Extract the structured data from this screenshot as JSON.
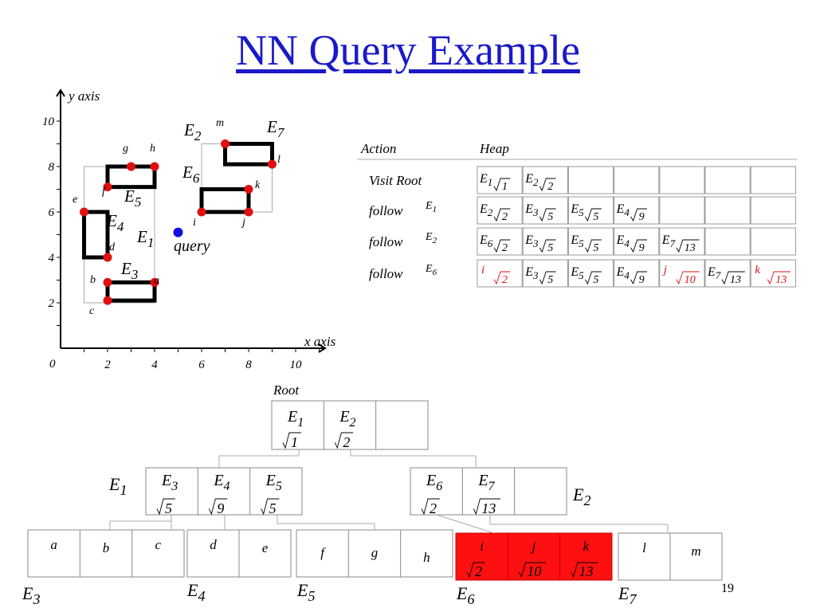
{
  "title": "NN Query Example",
  "page_number": "19",
  "colors": {
    "title": "#1a1ac8",
    "point": "#e01010",
    "query": "#1010e0",
    "highlight": "#ff1010",
    "red_text": "#e01010"
  },
  "plot": {
    "y_axis_label": "y axis",
    "x_axis_label": "x axis",
    "origin_label": "0",
    "x_ticks": [
      "2",
      "4",
      "6",
      "8",
      "10"
    ],
    "y_ticks": [
      "2",
      "4",
      "6",
      "8",
      "10"
    ],
    "query_label": "query",
    "query_point": [
      5,
      5.1
    ],
    "points": [
      {
        "label": "a",
        "x": 4,
        "y": 2.9
      },
      {
        "label": "b",
        "x": 2,
        "y": 2.9
      },
      {
        "label": "c",
        "x": 2,
        "y": 2.1
      },
      {
        "label": "d",
        "x": 2,
        "y": 4
      },
      {
        "label": "e",
        "x": 1,
        "y": 6
      },
      {
        "label": "f",
        "x": 2,
        "y": 7.1
      },
      {
        "label": "g",
        "x": 3,
        "y": 8
      },
      {
        "label": "h",
        "x": 4,
        "y": 8
      },
      {
        "label": "i",
        "x": 6,
        "y": 6
      },
      {
        "label": "j",
        "x": 8,
        "y": 6
      },
      {
        "label": "k",
        "x": 8,
        "y": 7
      },
      {
        "label": "l",
        "x": 9,
        "y": 8.1
      },
      {
        "label": "m",
        "x": 7,
        "y": 9
      }
    ],
    "mbrs": [
      {
        "base": "E",
        "sub": "1",
        "kind": "thin",
        "x1": 1,
        "y1": 2,
        "x2": 4,
        "y2": 8
      },
      {
        "base": "E",
        "sub": "2",
        "kind": "thin",
        "x1": 6,
        "y1": 6,
        "x2": 9,
        "y2": 9
      },
      {
        "base": "E",
        "sub": "3",
        "kind": "thick",
        "x1": 2,
        "y1": 2.1,
        "x2": 4,
        "y2": 2.9
      },
      {
        "base": "E",
        "sub": "4",
        "kind": "thick",
        "x1": 1,
        "y1": 4,
        "x2": 2,
        "y2": 6
      },
      {
        "base": "E",
        "sub": "5",
        "kind": "thick",
        "x1": 2,
        "y1": 7.1,
        "x2": 4,
        "y2": 8
      },
      {
        "base": "E",
        "sub": "6",
        "kind": "thick",
        "x1": 6,
        "y1": 6,
        "x2": 8,
        "y2": 7
      },
      {
        "base": "E",
        "sub": "7",
        "kind": "thick",
        "x1": 7,
        "y1": 8.1,
        "x2": 9,
        "y2": 9
      }
    ]
  },
  "heap_table": {
    "headers": [
      "Action",
      "Heap"
    ],
    "rows": [
      {
        "action": "Visit Root",
        "action_sub": "",
        "entries": [
          {
            "base": "E",
            "sub": "1",
            "dist": "1",
            "red": false
          },
          {
            "base": "E",
            "sub": "2",
            "dist": "2",
            "red": false
          }
        ]
      },
      {
        "action": "follow",
        "action_base": "E",
        "action_sub": "1",
        "entries": [
          {
            "base": "E",
            "sub": "2",
            "dist": "2",
            "red": false
          },
          {
            "base": "E",
            "sub": "3",
            "dist": "5",
            "red": false
          },
          {
            "base": "E",
            "sub": "5",
            "dist": "5",
            "red": false
          },
          {
            "base": "E",
            "sub": "4",
            "dist": "9",
            "red": false
          }
        ]
      },
      {
        "action": "follow",
        "action_base": "E",
        "action_sub": "2",
        "entries": [
          {
            "base": "E",
            "sub": "6",
            "dist": "2",
            "red": false
          },
          {
            "base": "E",
            "sub": "3",
            "dist": "5",
            "red": false
          },
          {
            "base": "E",
            "sub": "5",
            "dist": "5",
            "red": false
          },
          {
            "base": "E",
            "sub": "4",
            "dist": "9",
            "red": false
          },
          {
            "base": "E",
            "sub": "7",
            "dist": "13",
            "red": false
          }
        ]
      },
      {
        "action": "follow",
        "action_base": "E",
        "action_sub": "6",
        "entries": [
          {
            "base": "i",
            "sub": "",
            "dist": "2",
            "red": true
          },
          {
            "base": "E",
            "sub": "3",
            "dist": "5",
            "red": false
          },
          {
            "base": "E",
            "sub": "5",
            "dist": "5",
            "red": false
          },
          {
            "base": "E",
            "sub": "4",
            "dist": "9",
            "red": false
          },
          {
            "base": "j",
            "sub": "",
            "dist": "10",
            "red": true
          },
          {
            "base": "E",
            "sub": "7",
            "dist": "13",
            "red": false
          },
          {
            "base": "k",
            "sub": "",
            "dist": "13",
            "red": true
          }
        ]
      }
    ]
  },
  "tree": {
    "root_label": "Root",
    "root": [
      {
        "base": "E",
        "sub": "1",
        "dist": "1"
      },
      {
        "base": "E",
        "sub": "2",
        "dist": "2"
      },
      {
        "base": "",
        "sub": "",
        "dist": ""
      }
    ],
    "level1": [
      {
        "label_base": "E",
        "label_sub": "1",
        "entries": [
          {
            "base": "E",
            "sub": "3",
            "dist": "5"
          },
          {
            "base": "E",
            "sub": "4",
            "dist": "9"
          },
          {
            "base": "E",
            "sub": "5",
            "dist": "5"
          }
        ]
      },
      {
        "label_base": "E",
        "label_sub": "2",
        "entries": [
          {
            "base": "E",
            "sub": "6",
            "dist": "2"
          },
          {
            "base": "E",
            "sub": "7",
            "dist": "13"
          },
          {
            "base": "",
            "sub": "",
            "dist": ""
          }
        ]
      }
    ],
    "leaves": [
      {
        "label_base": "E",
        "label_sub": "3",
        "highlight": false,
        "entries": [
          {
            "name": "a",
            "dist": ""
          },
          {
            "name": "b",
            "dist": ""
          },
          {
            "name": "c",
            "dist": ""
          }
        ]
      },
      {
        "label_base": "E",
        "label_sub": "4",
        "highlight": false,
        "entries": [
          {
            "name": "d",
            "dist": ""
          },
          {
            "name": "e",
            "dist": ""
          }
        ]
      },
      {
        "label_base": "E",
        "label_sub": "5",
        "highlight": false,
        "entries": [
          {
            "name": "f",
            "dist": ""
          },
          {
            "name": "g",
            "dist": ""
          },
          {
            "name": "h",
            "dist": ""
          }
        ]
      },
      {
        "label_base": "E",
        "label_sub": "6",
        "highlight": true,
        "entries": [
          {
            "name": "i",
            "dist": "2"
          },
          {
            "name": "j",
            "dist": "10"
          },
          {
            "name": "k",
            "dist": "13"
          }
        ]
      },
      {
        "label_base": "E",
        "label_sub": "7",
        "highlight": false,
        "entries": [
          {
            "name": "l",
            "dist": ""
          },
          {
            "name": "m",
            "dist": ""
          }
        ]
      }
    ]
  }
}
